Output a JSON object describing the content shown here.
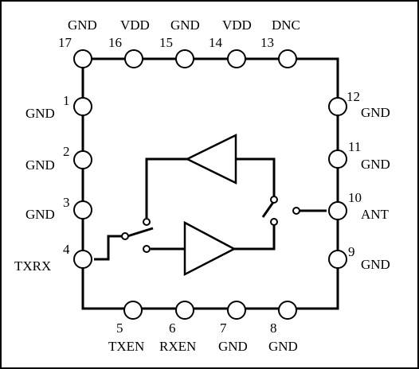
{
  "title": "",
  "pins": [
    {
      "number": "1",
      "name": "GND"
    },
    {
      "number": "2",
      "name": "GND"
    },
    {
      "number": "3",
      "name": "GND"
    },
    {
      "number": "4",
      "name": "TXRX"
    },
    {
      "number": "5",
      "name": "TXEN"
    },
    {
      "number": "6",
      "name": "RXEN"
    },
    {
      "number": "7",
      "name": "GND"
    },
    {
      "number": "8",
      "name": "GND"
    },
    {
      "number": "9",
      "name": "GND"
    },
    {
      "number": "10",
      "name": "ANT"
    },
    {
      "number": "11",
      "name": "GND"
    },
    {
      "number": "12",
      "name": "GND"
    },
    {
      "number": "13",
      "name": "DNC"
    },
    {
      "number": "14",
      "name": "VDD"
    },
    {
      "number": "15",
      "name": "GND"
    },
    {
      "number": "16",
      "name": "VDD"
    },
    {
      "number": "17",
      "name": "GND"
    }
  ],
  "colors": {
    "line": "#000000",
    "background": "#ffffff"
  }
}
